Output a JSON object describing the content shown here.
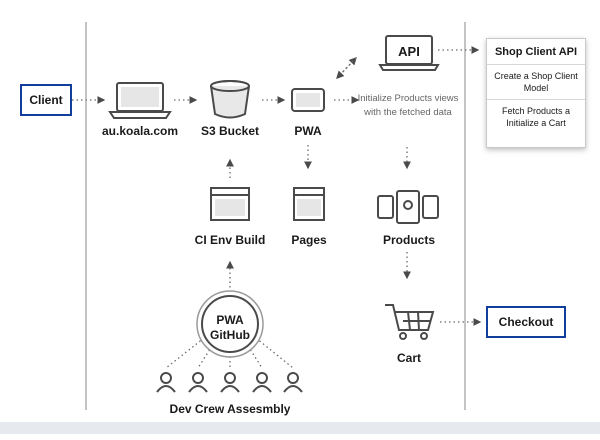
{
  "nodes": {
    "client": "Client",
    "domain": "au.koala.com",
    "s3": "S3 Bucket",
    "pwa": "PWA",
    "api": "API",
    "ci": "CI Env Build",
    "pages": "Pages",
    "products": "Products",
    "cart": "Cart",
    "checkout": "Checkout",
    "github_line1": "PWA",
    "github_line2": "GitHub",
    "dev_crew": "Dev Crew Assesmbly"
  },
  "annotation": "Initialize Products views with the fetched data",
  "shop_client_api": {
    "title": "Shop Client API",
    "items": [
      "Create a Shop Client Model",
      "Fetch Products a Initialize a Cart"
    ]
  },
  "colors": {
    "accent": "#123f9c",
    "line": "#4a4a4a",
    "dotted": "#6b6b6b"
  }
}
